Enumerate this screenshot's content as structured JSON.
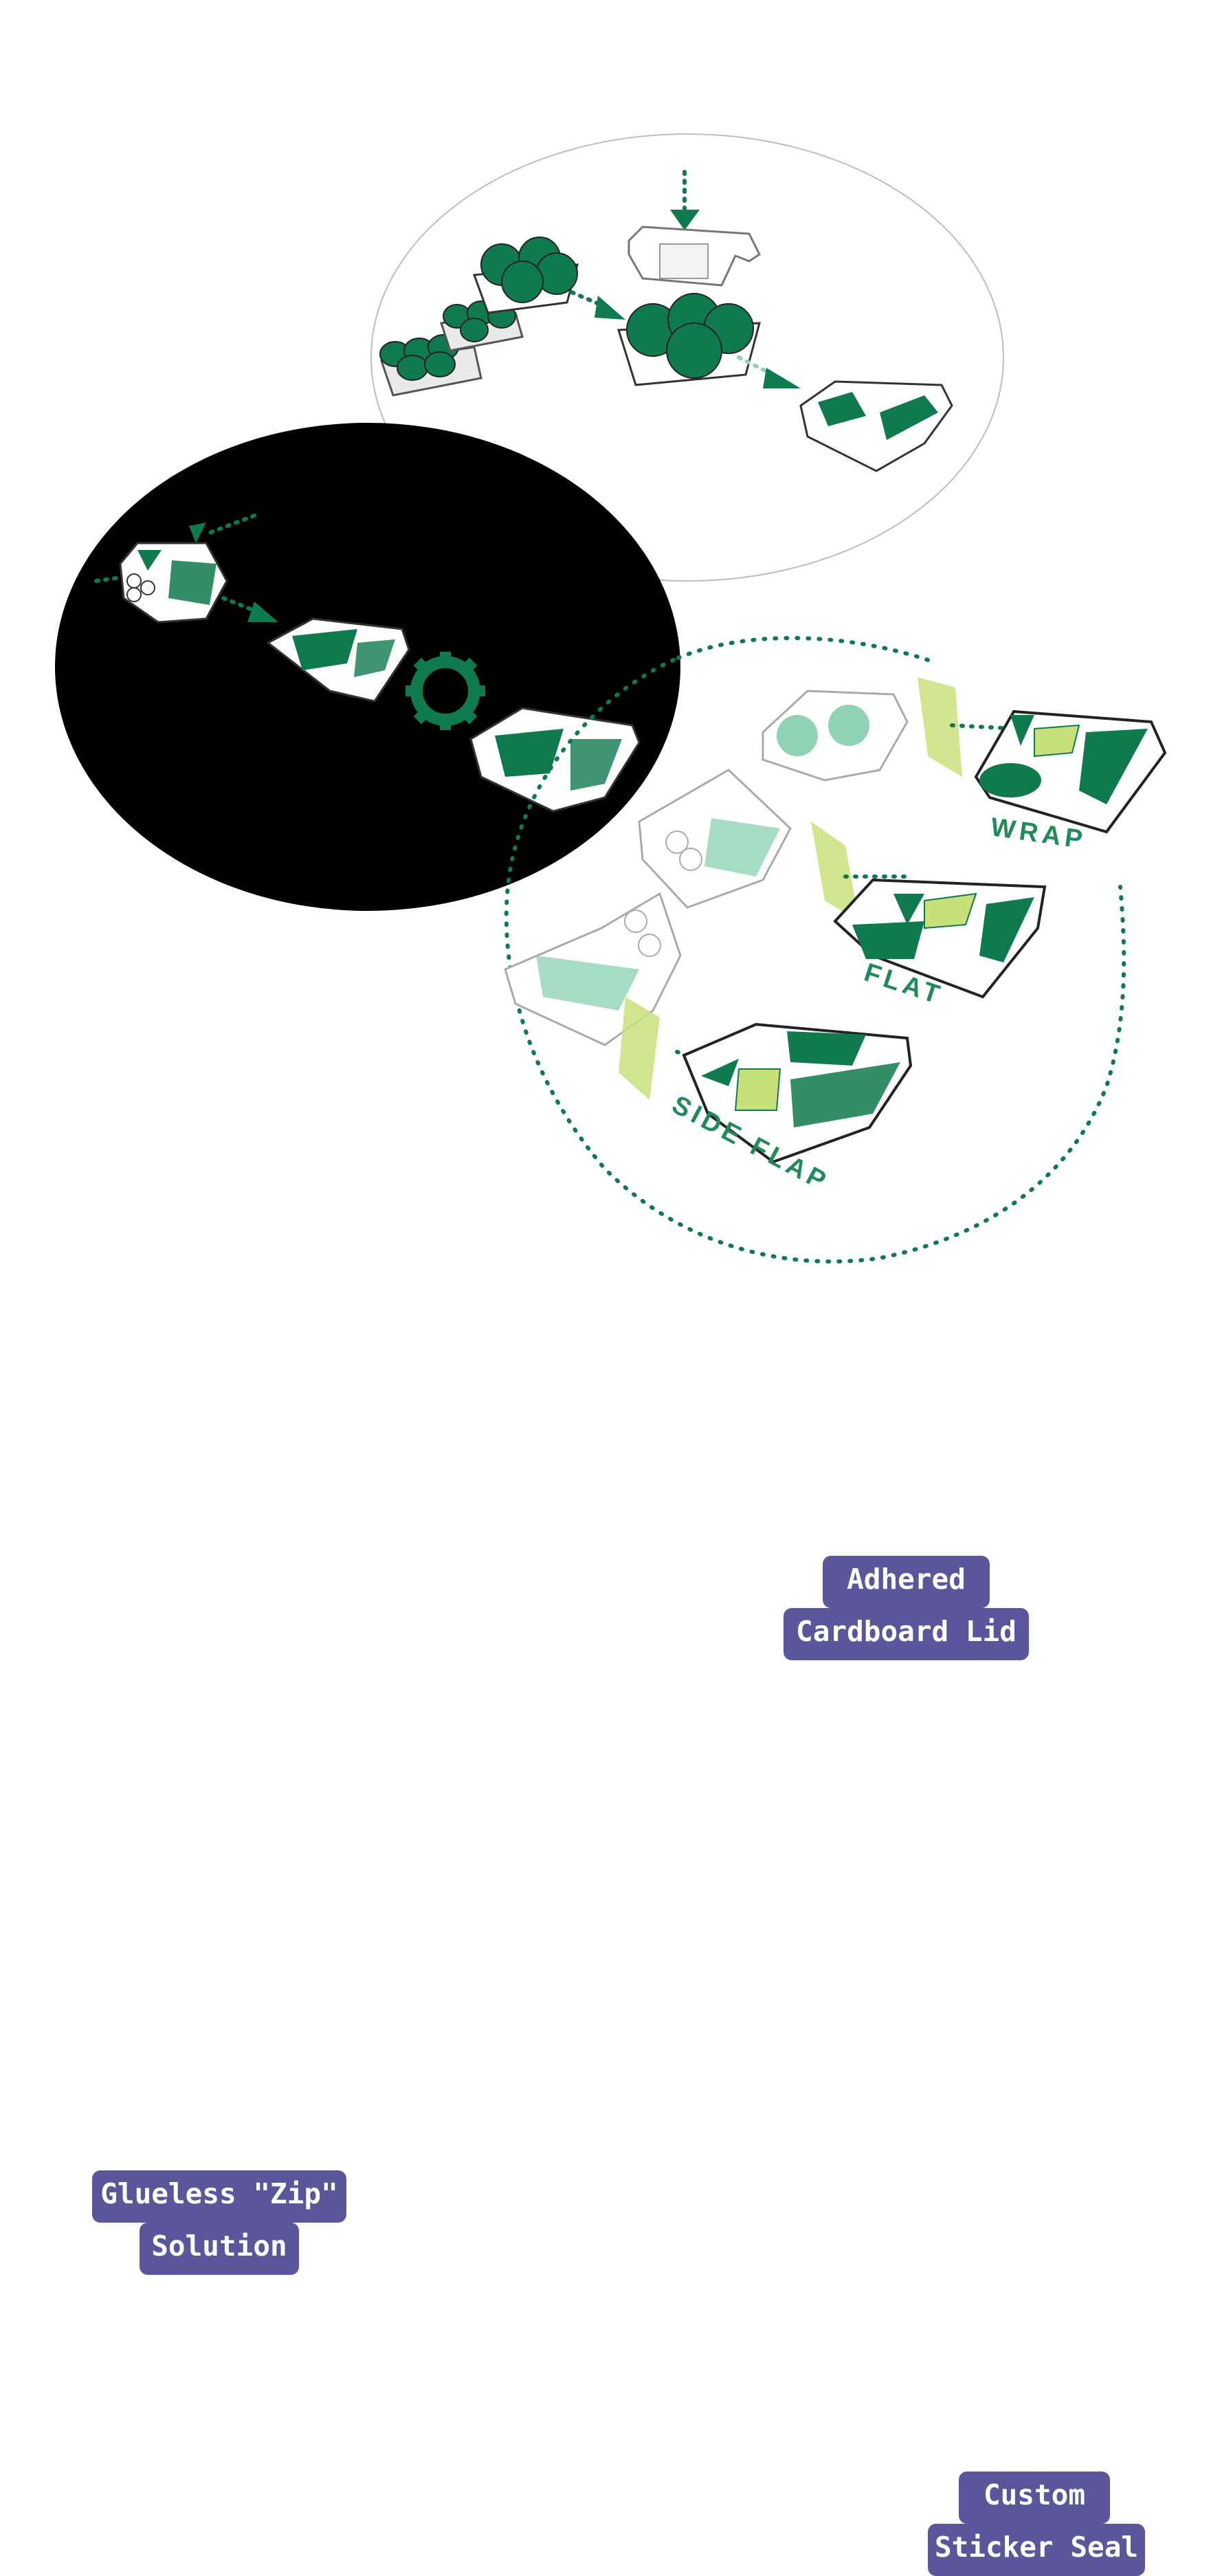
{
  "labels": {
    "adhered": {
      "line1": "Adhered",
      "line2": "Cardboard Lid"
    },
    "zip": {
      "line1": "Glueless \"Zip\"",
      "line2": "Solution"
    },
    "sticker": {
      "line1": "Custom",
      "line2": "Sticker Seal"
    }
  },
  "box_labels": {
    "wrap": "WRAP",
    "flat": "FLAT",
    "side_flap": "SIDE FLAP"
  },
  "colors": {
    "tag_bg": "#5b559b",
    "tag_text": "#ffffff",
    "packaging_green": "#0f7a4e",
    "light_green": "#8fd3b4",
    "lime": "#c8e07a",
    "dark_ellipse": "#000000",
    "outline": "#222222"
  }
}
